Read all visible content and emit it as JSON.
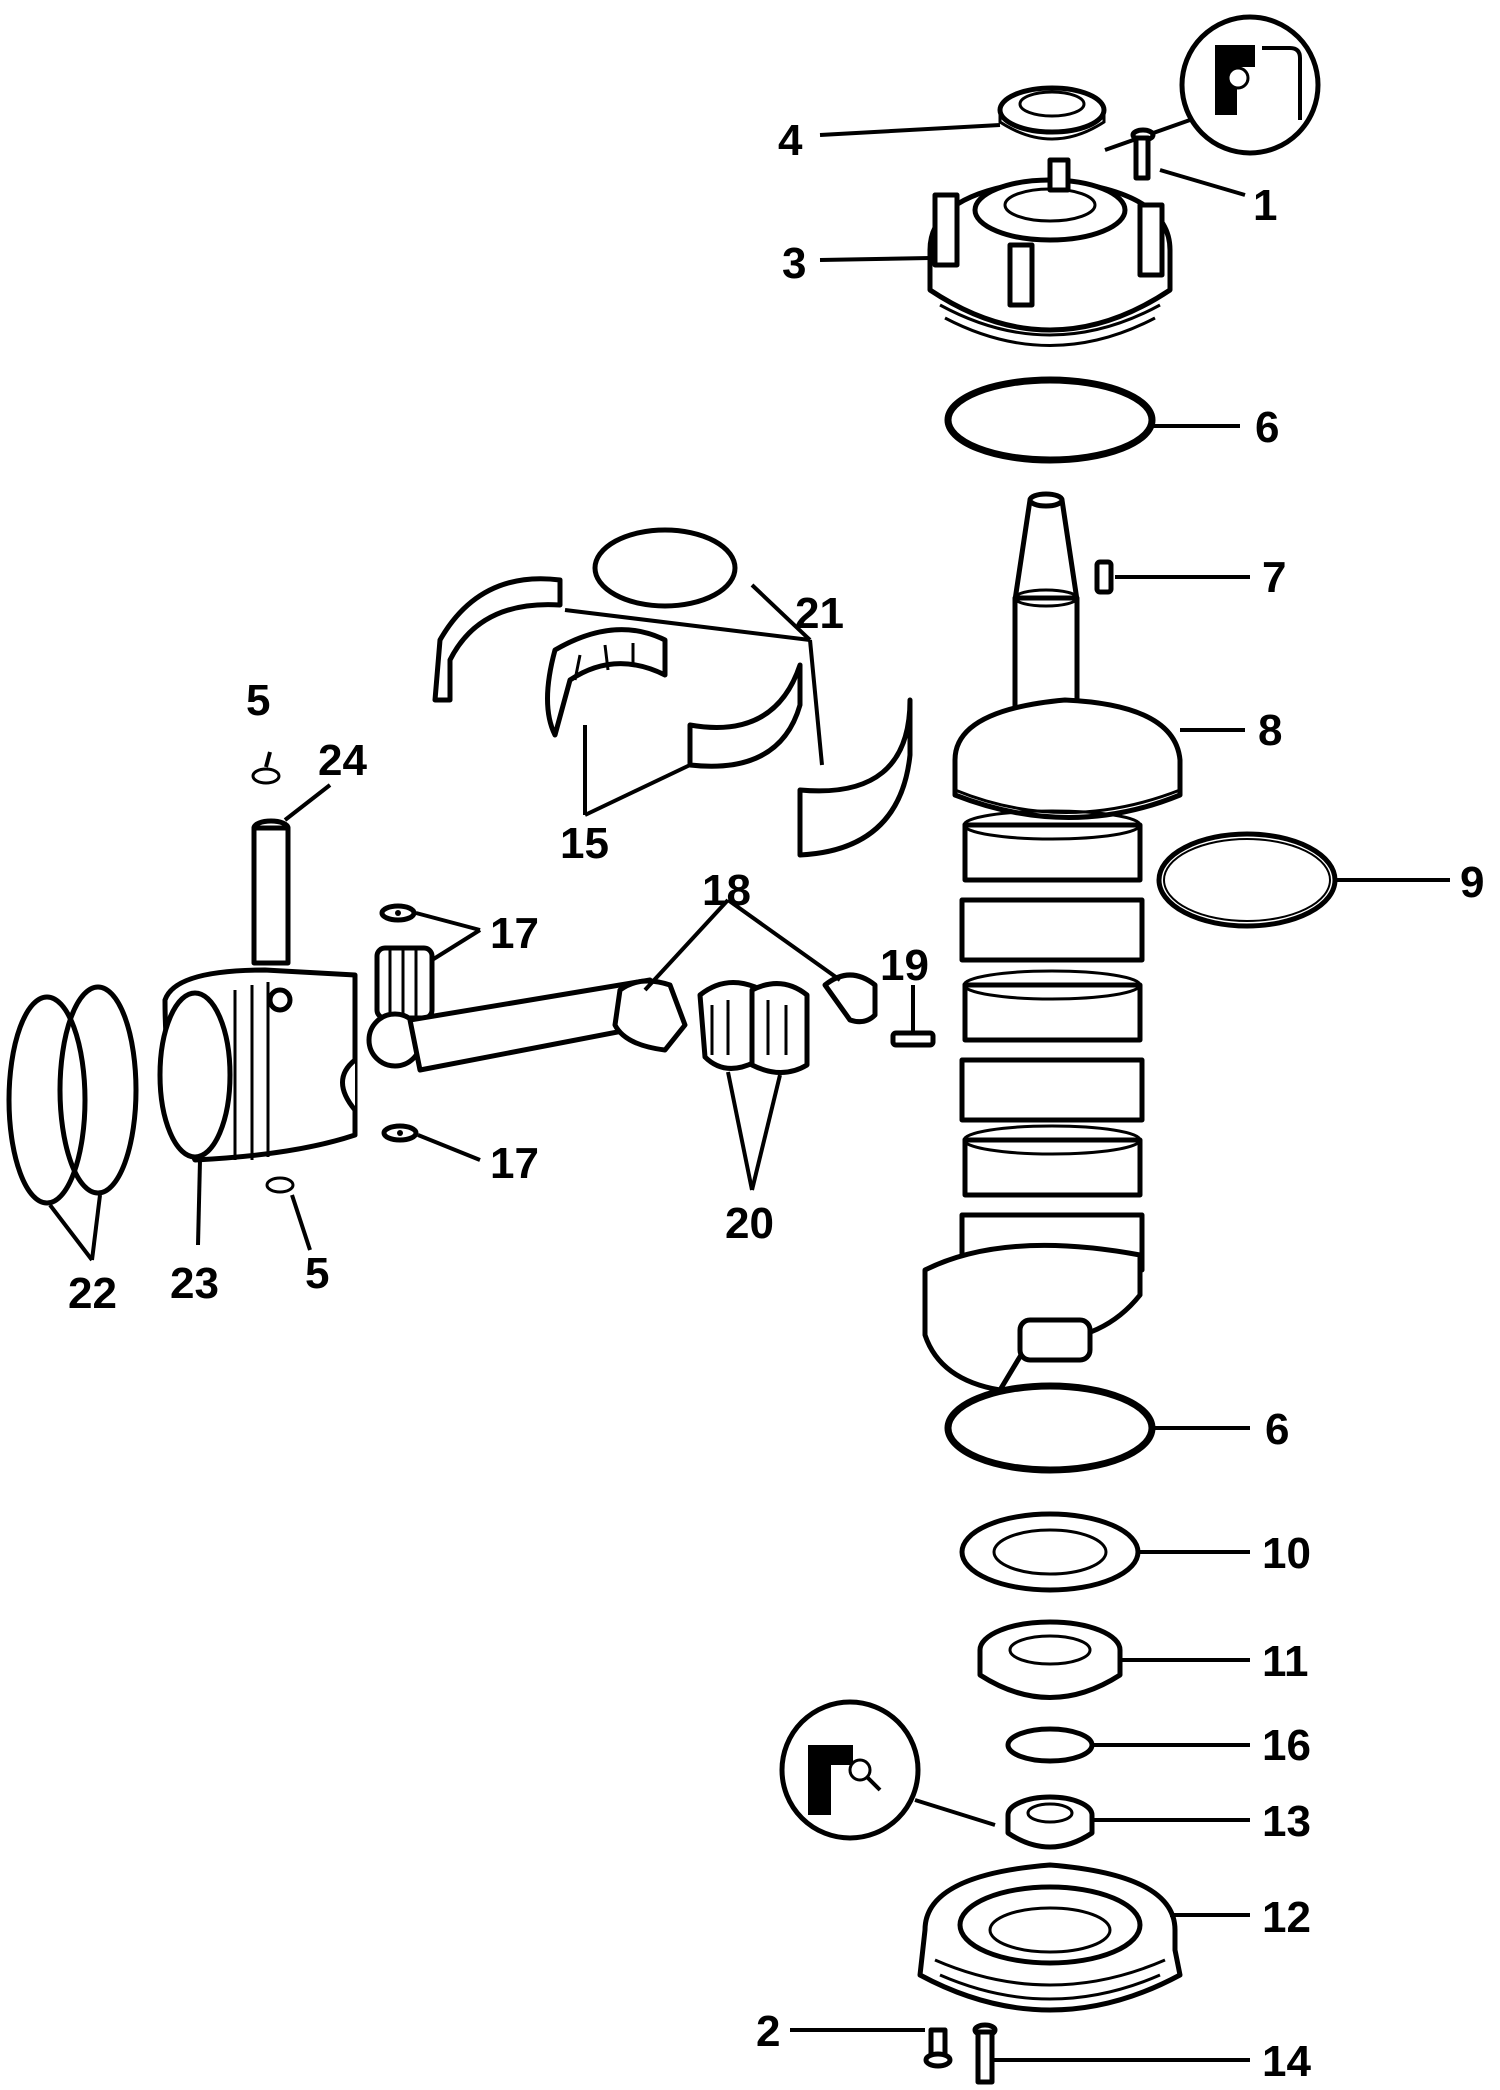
{
  "callouts": {
    "c1": "1",
    "c2": "2",
    "c3": "3",
    "c4": "4",
    "c5a": "5",
    "c5b": "5",
    "c6a": "6",
    "c6b": "6",
    "c7": "7",
    "c8": "8",
    "c9": "9",
    "c10": "10",
    "c11": "11",
    "c12": "12",
    "c13": "13",
    "c14": "14",
    "c15": "15",
    "c16": "16",
    "c17a": "17",
    "c17b": "17",
    "c18": "18",
    "c19": "19",
    "c20": "20",
    "c21": "21",
    "c22": "22",
    "c23": "23",
    "c24": "24"
  },
  "colors": {
    "ink": "#000000",
    "paper": "#ffffff"
  }
}
